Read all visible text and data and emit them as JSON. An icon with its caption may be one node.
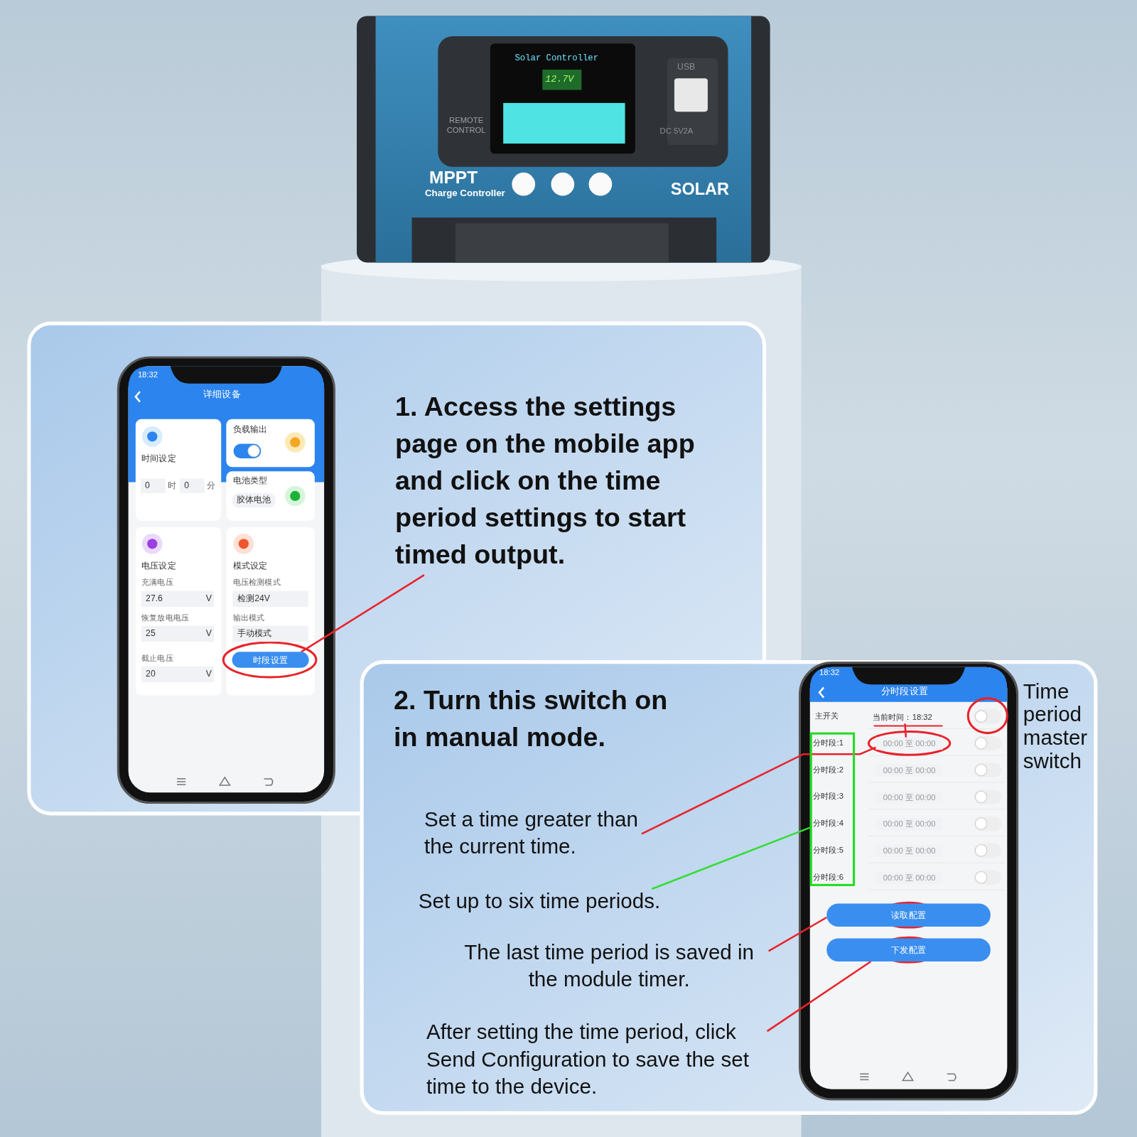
{
  "diagram": {
    "nodes": [
      {
        "text": [
          "1. Access the settings page on the mobile app and click on the time period settings to start timed output."
        ]
      },
      {
        "text": [
          "时段设置"
        ]
      },
      {
        "text": [
          "当前时间：18:32"
        ]
      },
      {
        "text": [
          "00:00 至 00:00"
        ]
      },
      {
        "text": [
          "Set a time greater than the current time."
        ]
      },
      {
        "text": [
          "Set up to six time periods."
        ]
      },
      {
        "text": [],
        "shape": "box"
      },
      {
        "text": [
          "The last time period is saved in the module timer."
        ]
      },
      {
        "text": [
          "读取配置"
        ]
      },
      {
        "text": [
          "After setting the time period, click Send Configuration to save the set time to the device."
        ]
      },
      {
        "text": [
          "下发配置"
        ]
      },
      {
        "text": [
          "00:00 至 00:00"
        ]
      },
      {
        "text": [
          "00:00 至 00:00"
        ]
      },
      {
        "text": [
          "00:00 至 00:00"
        ]
      },
      {
        "text": [
          "00:00 至 00:00"
        ]
      },
      {
        "text": [
          "00:00 至 00:00"
        ]
      }
    ],
    "edges": [
      {
        "from": 0,
        "to": 1,
        "arrow": "none"
      },
      {
        "from": 2,
        "to": 3,
        "arrow": "none"
      },
      {
        "from": 4,
        "to": 3,
        "arrow": "none"
      },
      {
        "from": 5,
        "to": 6,
        "arrow": "none",
        "color": "#33dd33"
      },
      {
        "from": 7,
        "to": 8,
        "arrow": "none"
      },
      {
        "from": 9,
        "to": 10,
        "arrow": "none"
      }
    ],
    "labels": [
      "Solar Controller",
      "12.7V",
      "REMOTE CONTROL",
      "USB",
      "DC 5V2A",
      "MPPT",
      "Charge Controller",
      "SOLAR",
      "18:32",
      "详细设备",
      "时间设定",
      "0",
      "时",
      "0",
      "分",
      "负载输出",
      "电池类型",
      "胶体电池",
      "电压设定",
      "充满电压",
      "27.6",
      "V",
      "恢复放电电压",
      "25",
      "V",
      "截止电压",
      "20",
      "V",
      "模式设定",
      "电压检测模式",
      "检测24V",
      "输出模式",
      "手动模式",
      "2. Turn this switch on in manual mode.",
      "18:32",
      "分时段设置",
      "主开关",
      "分时段:1",
      "分时段:2",
      "分时段:3",
      "分时段:4",
      "分时段:5",
      "分时段:6",
      "Time period master switch"
    ]
  }
}
